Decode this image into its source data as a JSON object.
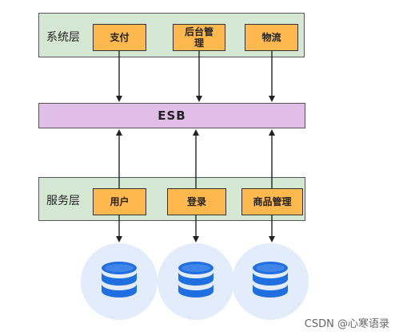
{
  "system_layer": {
    "label": "系统层",
    "boxes": [
      "支付",
      "后台管\n理",
      "物流"
    ]
  },
  "esb": {
    "label": "ESB"
  },
  "service_layer": {
    "label": "服务层",
    "boxes": [
      "用户",
      "登录",
      "商品管理"
    ]
  },
  "databases": [
    {
      "icon": "database-icon"
    },
    {
      "icon": "database-icon"
    },
    {
      "icon": "database-icon"
    }
  ],
  "watermark": "CSDN @心寒语录",
  "colors": {
    "layer_fill": "#d5e8d4",
    "box_fill": "#ffb84d",
    "esb_fill": "#e1bee7",
    "db_circle": "#e3ecfb",
    "db_icon": "#1f6fe0"
  }
}
